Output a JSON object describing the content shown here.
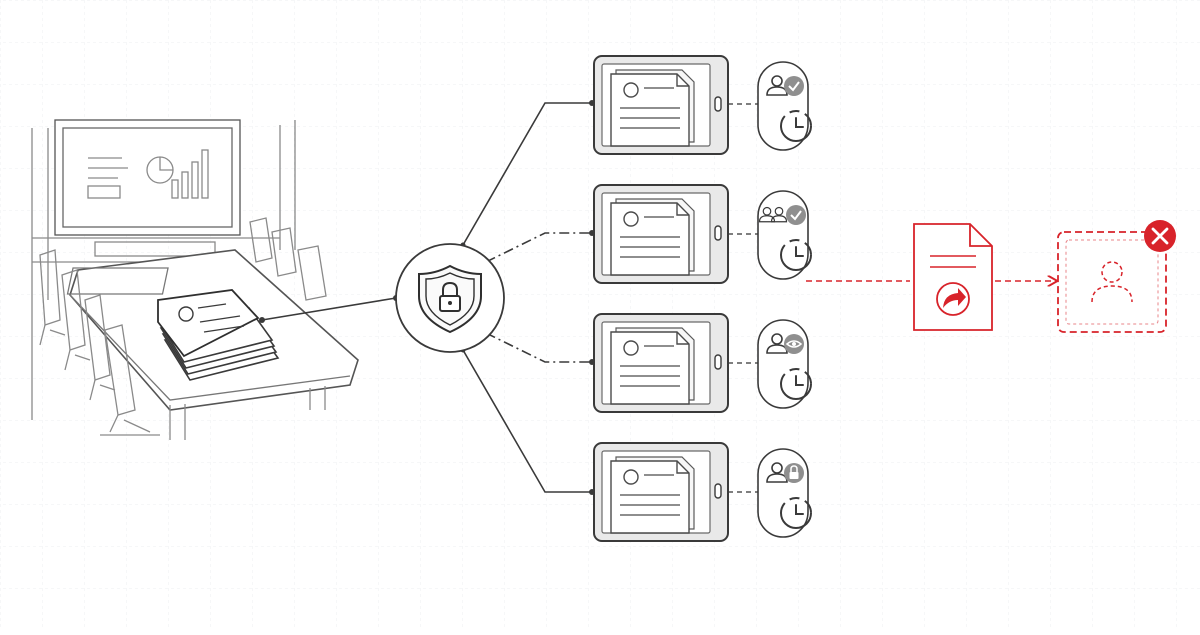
{
  "diagram": {
    "nodes": {
      "source": {
        "icon": "document-stack-icon",
        "context_icon": "boardroom-table-icon"
      },
      "hub": {
        "icon": "shield-lock-icon"
      },
      "recipients": [
        {
          "device_icon": "tablet-icon",
          "document_icon": "document-icon",
          "permission_icon": "user-check-icon",
          "expiry_icon": "clock-icon"
        },
        {
          "device_icon": "tablet-icon",
          "document_icon": "document-icon",
          "permission_icon": "group-check-icon",
          "expiry_icon": "clock-icon"
        },
        {
          "device_icon": "tablet-icon",
          "document_icon": "document-icon",
          "permission_icon": "user-view-icon",
          "expiry_icon": "clock-icon"
        },
        {
          "device_icon": "tablet-icon",
          "document_icon": "document-icon",
          "permission_icon": "user-lock-icon",
          "expiry_icon": "clock-icon"
        }
      ],
      "forward_attempt": {
        "icon": "document-forward-icon",
        "source_recipient": 2
      },
      "blocked_target": {
        "icon": "user-blocked-icon",
        "status_icon": "close-icon"
      }
    },
    "edges": [
      {
        "from": "source",
        "to": "hub",
        "style": "solid"
      },
      {
        "from": "hub",
        "to": "recipient-1",
        "style": "solid"
      },
      {
        "from": "hub",
        "to": "recipient-2",
        "style": "dash-dot"
      },
      {
        "from": "hub",
        "to": "recipient-3",
        "style": "dash-dot"
      },
      {
        "from": "hub",
        "to": "recipient-4",
        "style": "solid"
      },
      {
        "from": "recipient-2",
        "to": "forward-attempt",
        "style": "dashed"
      },
      {
        "from": "forward-attempt",
        "to": "blocked-target",
        "style": "dashed"
      }
    ],
    "colors": {
      "line": "#3a3a3a",
      "light_line": "#b9b9b9",
      "badge": "#8f8f8f",
      "alert": "#d8232a",
      "grid": "#eceff2"
    }
  }
}
